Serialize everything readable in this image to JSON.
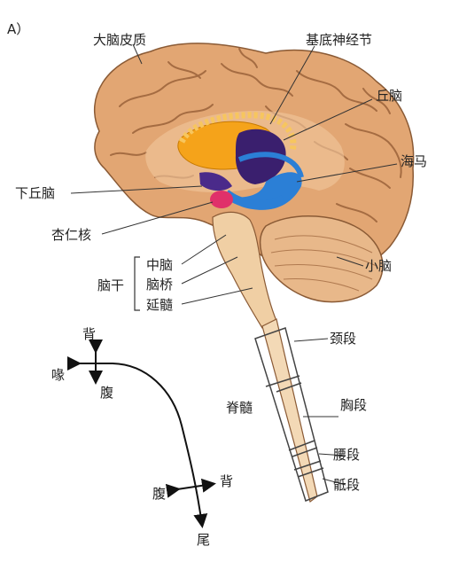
{
  "panel_label": "A）",
  "labels": {
    "cerebral_cortex": "大脑皮质",
    "basal_ganglia": "基底神经节",
    "thalamus": "丘脑",
    "hippocampus": "海马",
    "hypothalamus": "下丘脑",
    "amygdala": "杏仁核",
    "brainstem": "脑干",
    "midbrain": "中脑",
    "pons": "脑桥",
    "medulla": "延髓",
    "cerebellum": "小脑",
    "spinal_cord": "脊髓",
    "cervical": "颈段",
    "thoracic": "胸段",
    "lumbar": "腰段",
    "sacral": "骶段"
  },
  "axes": {
    "dorsal_top": "背",
    "rostral": "喙",
    "ventral_top": "腹",
    "dorsal_bottom": "背",
    "ventral_bottom": "腹",
    "caudal": "尾"
  },
  "colors": {
    "cortex": "#e2a673",
    "cortex_dark": "#b8784a",
    "cortex_light": "#f0c49a",
    "brainstem": "#f0cfa4",
    "cerebellum": "#e8b88a",
    "basal_ganglia": "#f5a31a",
    "thalamus": "#3a1f6e",
    "hippocampus": "#2b7fd6",
    "amygdala": "#e0306a"
  }
}
